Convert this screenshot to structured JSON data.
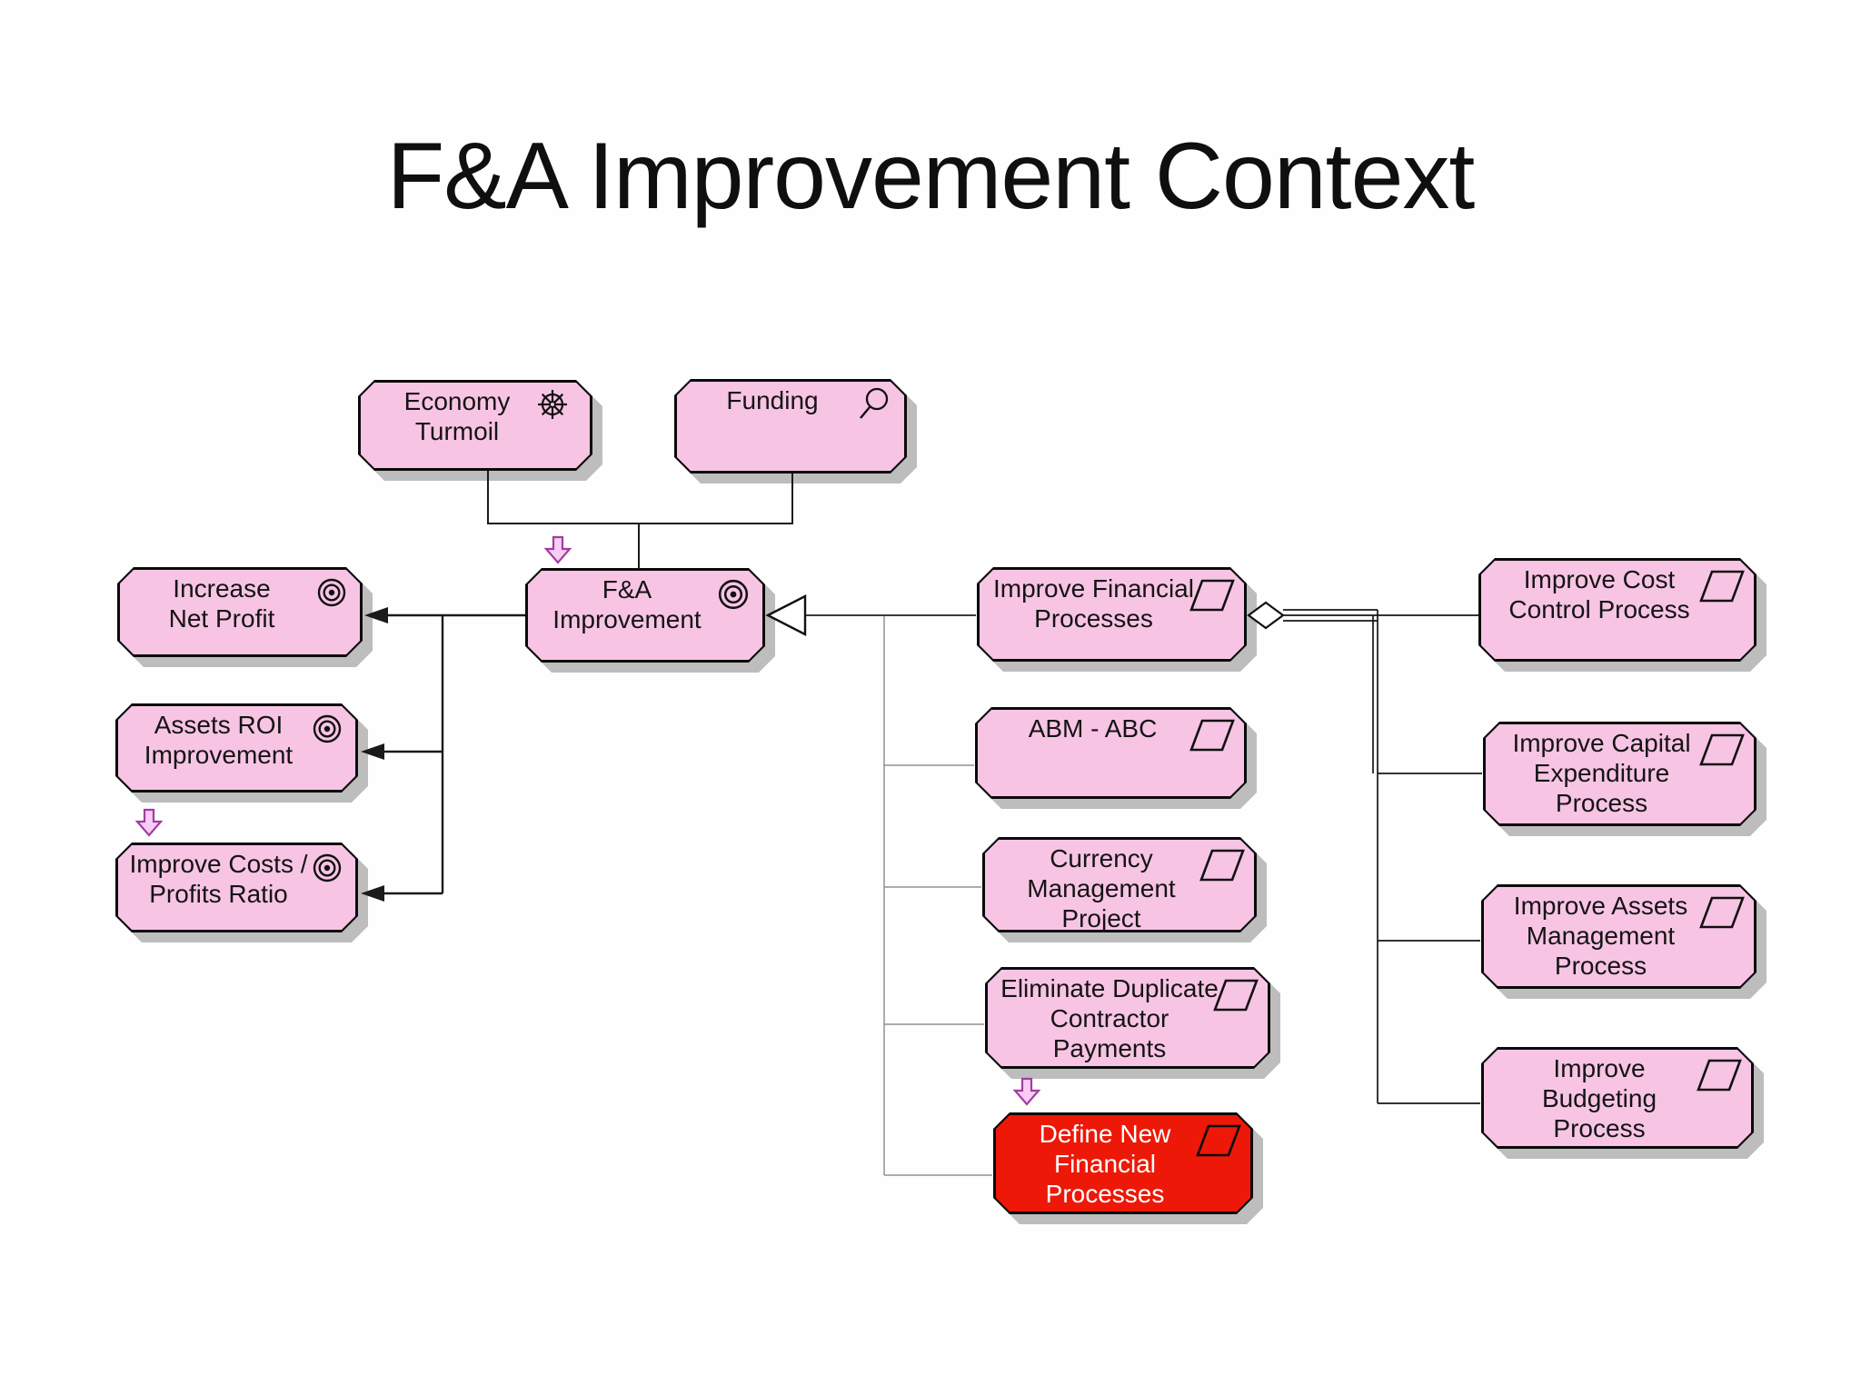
{
  "title": "F&A Improvement Context",
  "nodes": {
    "economy_turmoil": {
      "label": "Economy\nTurmoil",
      "type": "driver"
    },
    "funding": {
      "label": "Funding",
      "type": "assessment"
    },
    "increase_net_profit": {
      "label": "Increase\nNet Profit",
      "type": "goal"
    },
    "assets_roi_improvement": {
      "label": "Assets ROI\nImprovement",
      "type": "goal"
    },
    "improve_costs_profits_ratio": {
      "label": "Improve Costs /\nProfits Ratio",
      "type": "goal"
    },
    "fa_improvement": {
      "label": "F&A\nImprovement",
      "type": "goal"
    },
    "improve_financial_processes": {
      "label": "Improve Financial\nProcesses",
      "type": "work_package"
    },
    "abm_abc": {
      "label": "ABM - ABC",
      "type": "work_package"
    },
    "currency_management_project": {
      "label": "Currency\nManagement\nProject",
      "type": "work_package"
    },
    "eliminate_duplicate_payments": {
      "label": "Eliminate Duplicate\nContractor\nPayments",
      "type": "work_package"
    },
    "define_new_financial_processes": {
      "label": "Define New\nFinancial\nProcesses",
      "type": "work_package",
      "highlighted": true
    },
    "improve_cost_control": {
      "label": "Improve Cost\nControl Process",
      "type": "work_package"
    },
    "improve_capital_expenditure": {
      "label": "Improve Capital\nExpenditure\nProcess",
      "type": "work_package"
    },
    "improve_assets_management": {
      "label": "Improve Assets\nManagement\nProcess",
      "type": "work_package"
    },
    "improve_budgeting": {
      "label": "Improve\nBudgeting\nProcess",
      "type": "work_package"
    }
  },
  "colors": {
    "node_fill_pink": "#f8c4e4",
    "node_fill_red": "#ee1808",
    "node_border": "#0a0a0a",
    "node_shadow": "#bdbdbd",
    "influence_arrow_fill": "#f9ccf5",
    "influence_arrow_stroke": "#a13ca1",
    "connector_dark": "#1a1a1a",
    "connector_gray": "#909090",
    "background": "#fefefe"
  }
}
